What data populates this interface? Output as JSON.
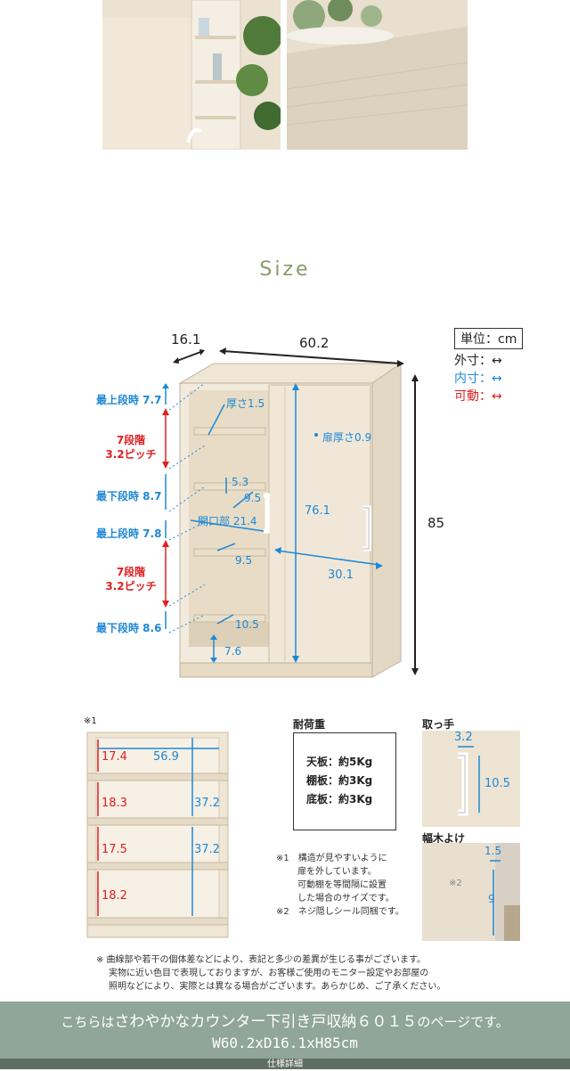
{
  "section_title": "Size",
  "main_dims": {
    "depth": "16.1",
    "width": "60.2",
    "height": "85"
  },
  "legend": {
    "unit_label": "単位：cm",
    "outer": "外寸：",
    "inner": "内寸：",
    "movable": "可動："
  },
  "left_labels": {
    "top1": "最上段時 7.7",
    "steps1_a": "7段階",
    "steps1_b": "3.2ピッチ",
    "bottom1": "最下段時 8.7",
    "top2": "最上段時 7.8",
    "steps2_a": "7段階",
    "steps2_b": "3.2ピッチ",
    "bottom2": "最下段時 8.6"
  },
  "inner_labels": {
    "thickness": "厚さ1.5",
    "door_thickness": "扉厚さ0.9",
    "v53": "5.3",
    "d95a": "9.5",
    "opening": "開口部 21.4",
    "d95b": "9.5",
    "d105": "10.5",
    "d76": "7.6",
    "h761": "76.1",
    "w301": "30.1"
  },
  "detail1": {
    "mark": "※1",
    "h174": "17.4",
    "w569": "56.9",
    "h183": "18.3",
    "h372a": "37.2",
    "h175": "17.5",
    "h372b": "37.2",
    "h182": "18.2"
  },
  "load": {
    "title": "耐荷重",
    "rows": [
      "天板：約5Kg",
      "棚板：約3Kg",
      "底板：約3Kg"
    ]
  },
  "notes": [
    "※1　構造が見やすいように",
    "扉を外しています。",
    "可動棚を等間隔に設置",
    "した場合のサイズです。",
    "※2　ネジ隠しシール同梱です。"
  ],
  "handle": {
    "title": "取っ手",
    "d32": "3.2",
    "d105": "10.5"
  },
  "baseboard": {
    "title": "幅木よけ",
    "d15": "1.5",
    "d9": "9",
    "mark": "※2"
  },
  "disclaimer": [
    "※ 曲線部や若干の個体差などにより、表記と多少の差異が生じる事がございます。",
    "実物に近い色目で表現しておりますが、お客様ご使用のモニター設定やお部屋の",
    "照明などにより、実際とは異なる場合がございます。あらかじめ、ご了承ください。"
  ],
  "footer": {
    "line1_pre": "こちらは",
    "line1_name": "さわやかなカウンター下引き戸収納６０１５",
    "line1_post": "のページです。",
    "line2": "W60.2xD16.1xH85cm",
    "tab": "仕様詳細"
  }
}
